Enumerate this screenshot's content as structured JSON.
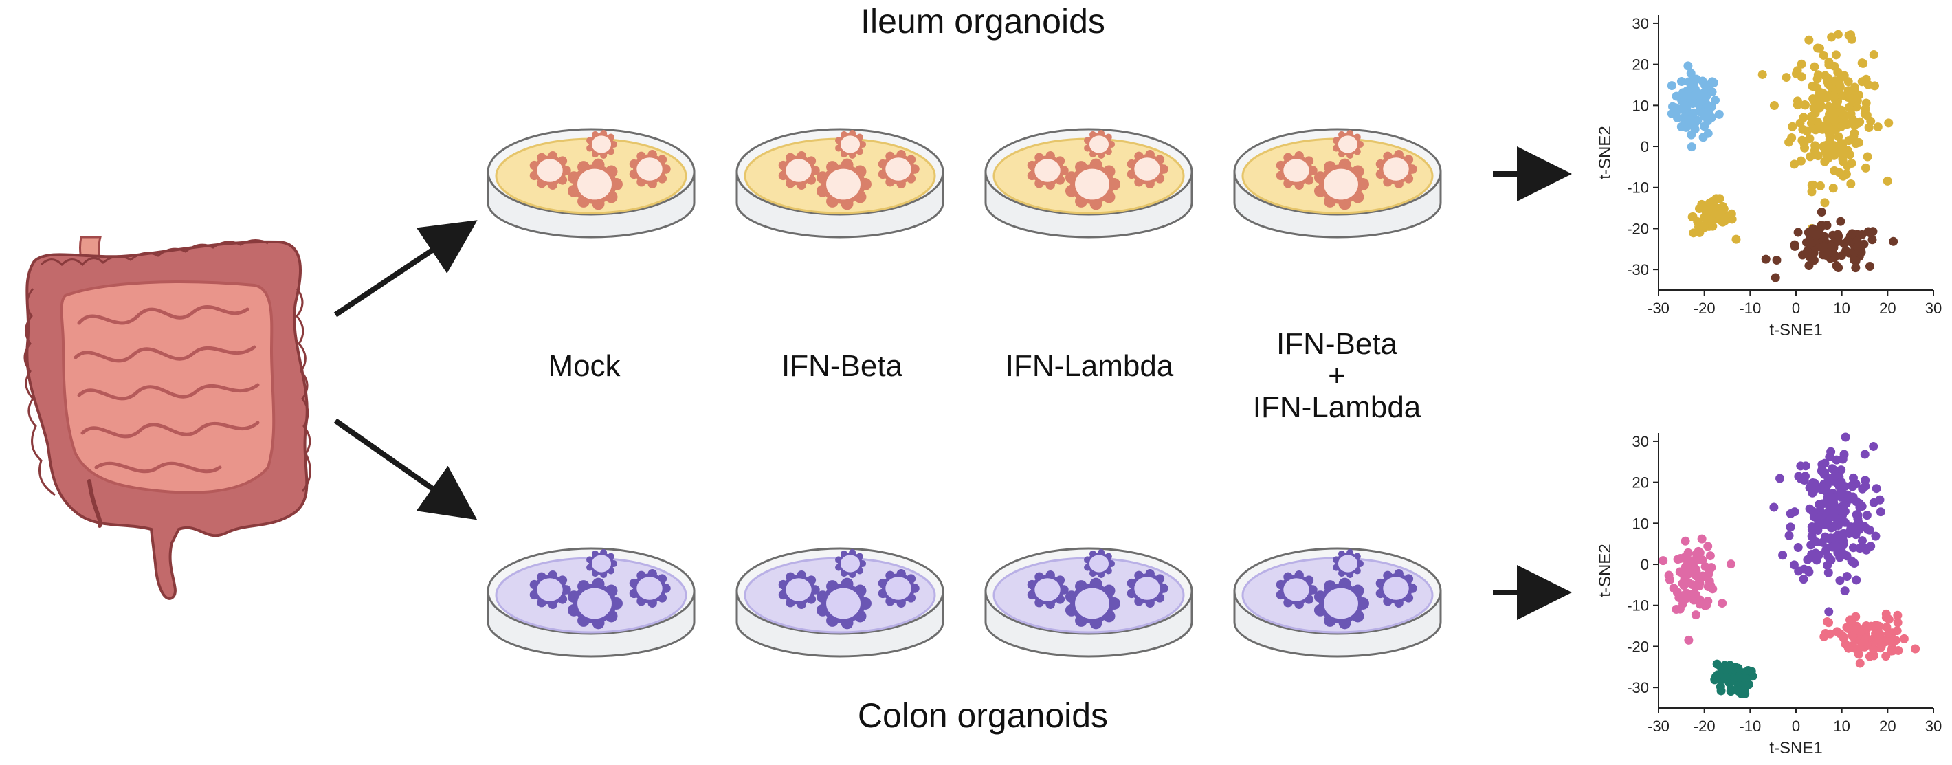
{
  "figure": {
    "ileum_title": "Ileum organoids",
    "colon_title": "Colon organoids",
    "conditions": [
      "Mock",
      "IFN-Beta",
      "IFN-Lambda",
      "IFN-Beta\n+\nIFN-Lambda"
    ],
    "colors": {
      "ileum_dish_fill": "#f9e3a6",
      "ileum_organoid": "#d9806a",
      "colon_dish_fill": "#dcd6f3",
      "colon_organoid": "#6a56b4",
      "intestine_large": "#c26a6b",
      "intestine_small": "#e9958b",
      "arrow": "#1a1a1a"
    }
  },
  "chart_data": [
    {
      "type": "scatter",
      "xlabel": "t-SNE1",
      "ylabel": "t-SNE2",
      "xlim": [
        -30,
        30
      ],
      "ylim": [
        -35,
        32
      ],
      "xticks": [
        -30,
        -20,
        -10,
        0,
        10,
        20,
        30
      ],
      "yticks": [
        30,
        20,
        10,
        0,
        -10,
        -20,
        -30
      ],
      "grid": false,
      "clusters": [
        {
          "color": "#7ab8e6",
          "center": [
            -22,
            10
          ],
          "spread": [
            4.5,
            7
          ],
          "count": 90
        },
        {
          "color": "#d9b23a",
          "center": [
            8,
            8
          ],
          "spread": [
            8,
            15
          ],
          "count": 220
        },
        {
          "color": "#d9b23a",
          "center": [
            -18,
            -17
          ],
          "spread": [
            4,
            4
          ],
          "count": 55
        },
        {
          "color": "#6e3a2a",
          "center": [
            8,
            -25
          ],
          "spread": [
            10,
            5
          ],
          "count": 90
        }
      ]
    },
    {
      "type": "scatter",
      "xlabel": "t-SNE1",
      "ylabel": "t-SNE2",
      "xlim": [
        -30,
        30
      ],
      "ylim": [
        -35,
        32
      ],
      "xticks": [
        -30,
        -20,
        -10,
        0,
        10,
        20,
        30
      ],
      "yticks": [
        30,
        20,
        10,
        0,
        -10,
        -20,
        -30
      ],
      "grid": false,
      "clusters": [
        {
          "color": "#df6aa6",
          "center": [
            -22,
            -3
          ],
          "spread": [
            4.5,
            7
          ],
          "count": 90
        },
        {
          "color": "#7a48b8",
          "center": [
            8,
            12
          ],
          "spread": [
            8,
            15
          ],
          "count": 220
        },
        {
          "color": "#1a7a6a",
          "center": [
            -14,
            -28
          ],
          "spread": [
            3.5,
            3.5
          ],
          "count": 55
        },
        {
          "color": "#ee6f86",
          "center": [
            16,
            -18
          ],
          "spread": [
            8,
            5
          ],
          "count": 90
        }
      ]
    }
  ]
}
